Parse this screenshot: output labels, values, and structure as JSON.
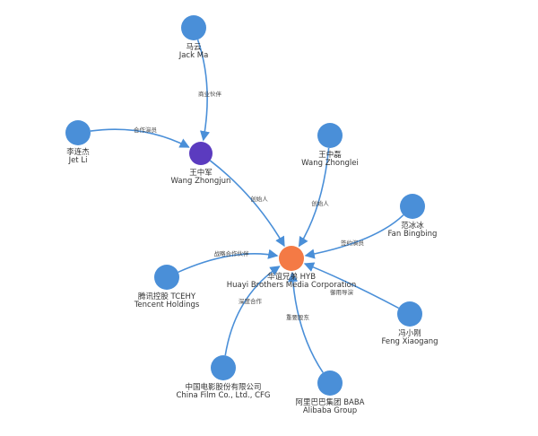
{
  "colors": {
    "person": "#4a8fd8",
    "founder": "#5b3bbf",
    "company": "#f47a45",
    "edge": "#4a8fd8"
  },
  "nodes": [
    {
      "id": "huayi",
      "kind": "company",
      "cn": "华谊兄弟 HYB",
      "en": "Huayi Brothers Media Corporation"
    },
    {
      "id": "wangzj",
      "kind": "founder",
      "cn": "王中军",
      "en": "Wang Zhongjun"
    },
    {
      "id": "jackma",
      "kind": "person",
      "cn": "马云",
      "en": "Jack Ma"
    },
    {
      "id": "jetli",
      "kind": "person",
      "cn": "李连杰",
      "en": "Jet Li"
    },
    {
      "id": "wangzl",
      "kind": "person",
      "cn": "王中磊",
      "en": "Wang Zhonglei"
    },
    {
      "id": "fanbb",
      "kind": "person",
      "cn": "范冰冰",
      "en": "Fan Bingbing"
    },
    {
      "id": "fengxg",
      "kind": "person",
      "cn": "冯小刚",
      "en": "Feng Xiaogang"
    },
    {
      "id": "alibaba",
      "kind": "person",
      "cn": "阿里巴巴集团 BABA",
      "en": "Alibaba Group"
    },
    {
      "id": "cfg",
      "kind": "person",
      "cn": "中国电影股份有限公司",
      "en": "China Film Co., Ltd., CFG"
    },
    {
      "id": "tencent",
      "kind": "person",
      "cn": "腾讯控股 TCEHY",
      "en": "Tencent Holdings"
    }
  ],
  "edges": [
    {
      "id": "e-jackma",
      "from": "jackma",
      "to": "wangzj",
      "label": "商业伙伴"
    },
    {
      "id": "e-jetli",
      "from": "jetli",
      "to": "wangzj",
      "label": "合作演员"
    },
    {
      "id": "e-wangzj",
      "from": "wangzj",
      "to": "huayi",
      "label": "创始人"
    },
    {
      "id": "e-wangzl",
      "from": "wangzl",
      "to": "huayi",
      "label": "创始人"
    },
    {
      "id": "e-fanbb",
      "from": "fanbb",
      "to": "huayi",
      "label": "签约演员"
    },
    {
      "id": "e-fengxg",
      "from": "fengxg",
      "to": "huayi",
      "label": "御用导演"
    },
    {
      "id": "e-alibaba",
      "from": "alibaba",
      "to": "huayi",
      "label": "重要股东"
    },
    {
      "id": "e-cfg",
      "from": "cfg",
      "to": "huayi",
      "label": "深度合作"
    },
    {
      "id": "e-tencent",
      "from": "tencent",
      "to": "huayi",
      "label": "战略合作伙伴"
    }
  ]
}
